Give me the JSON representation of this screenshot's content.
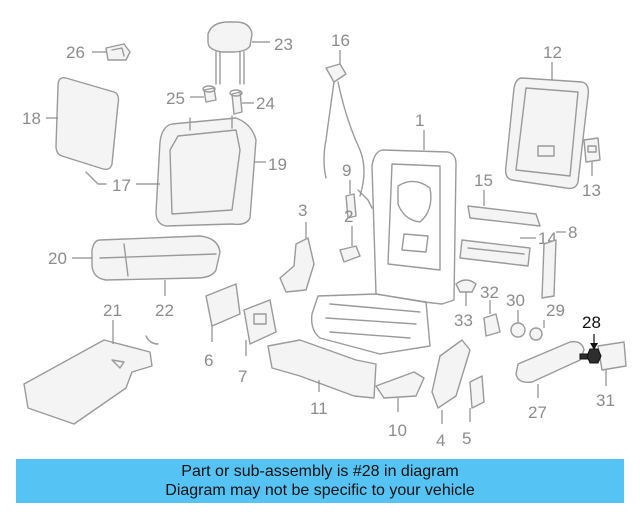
{
  "callouts": {
    "c1": "1",
    "c2": "2",
    "c3": "3",
    "c4": "4",
    "c5": "5",
    "c6": "6",
    "c7": "7",
    "c8": "8",
    "c9": "9",
    "c10": "10",
    "c11": "11",
    "c12": "12",
    "c13": "13",
    "c14": "14",
    "c15": "15",
    "c16": "16",
    "c17": "17",
    "c18": "18",
    "c19": "19",
    "c20": "20",
    "c21": "21",
    "c22": "22",
    "c23": "23",
    "c24": "24",
    "c25": "25",
    "c26": "26",
    "c27": "27",
    "c28": "28",
    "c29": "29",
    "c30": "30",
    "c31": "31",
    "c32": "32",
    "c33": "33"
  },
  "highlighted_part": "28",
  "colors": {
    "highlight": "#111111",
    "parts": "#9a9a9a",
    "banner": "#56c3f5"
  },
  "banner": {
    "line1": "Part or sub-assembly is #28 in diagram",
    "line2": "Diagram may not be specific to your vehicle"
  }
}
